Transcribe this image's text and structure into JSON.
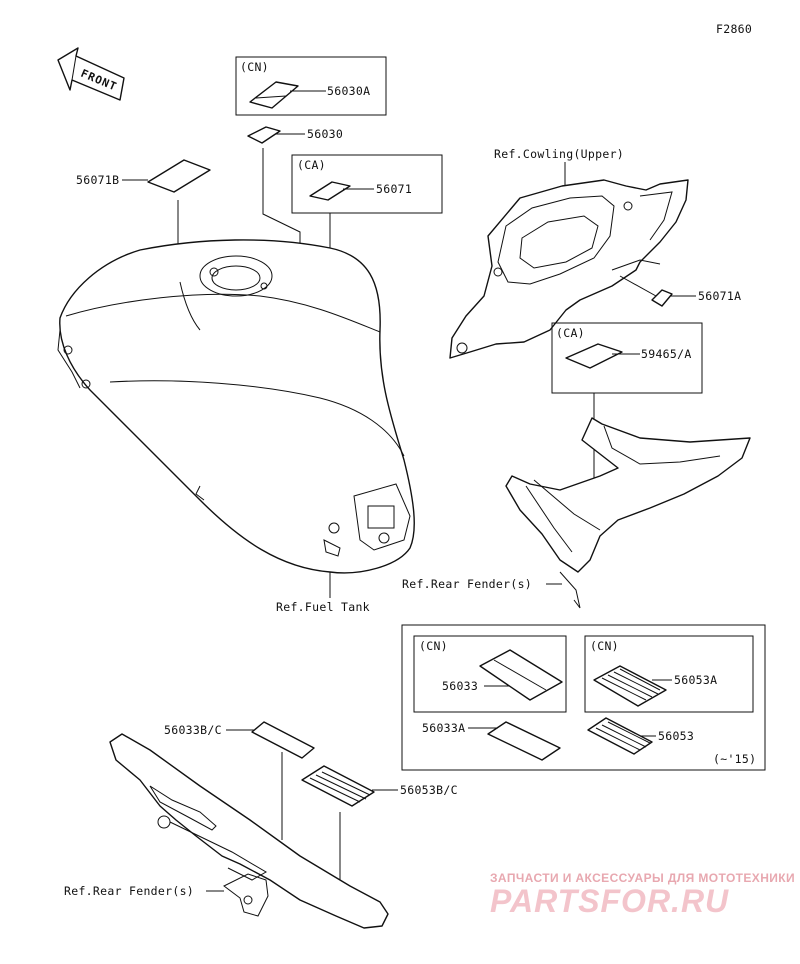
{
  "figure_id": "F2860",
  "front_arrow": "FRONT",
  "labels": {
    "p56030A": "56030A",
    "p56030": "56030",
    "p56071B": "56071B",
    "p56071": "56071",
    "p56071A": "56071A",
    "p59465A": "59465/A",
    "p56033": "56033",
    "p56053A": "56053A",
    "p56033A": "56033A",
    "p56053": "56053",
    "p56033BC": "56033B/C",
    "p56053BC": "56053B/C"
  },
  "region_tags": {
    "cn1": "(CN)",
    "ca1": "(CA)",
    "ca2": "(CA)",
    "cn2": "(CN)",
    "cn3": "(CN)"
  },
  "references": {
    "cowling_upper": "Ref.Cowling(Upper)",
    "fuel_tank": "Ref.Fuel Tank",
    "rear_fender_1": "Ref.Rear Fender(s)",
    "rear_fender_2": "Ref.Rear Fender(s)"
  },
  "year_note": "(~'15)",
  "watermark": {
    "line1": "ЗАПЧАСТИ И АКСЕССУАРЫ ДЛЯ МОТОТЕХНИКИ",
    "line2": "PARTSFOR.RU"
  }
}
